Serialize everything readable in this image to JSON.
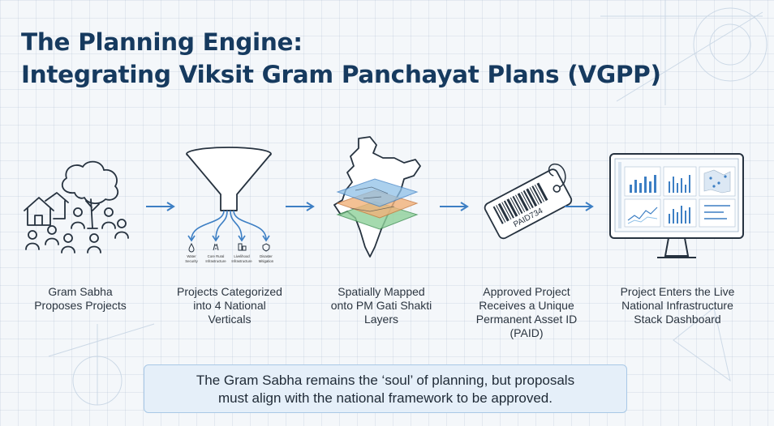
{
  "title": {
    "line1": "The Planning Engine:",
    "line2": "Integrating Viksit Gram Panchayat Plans (VGPP)"
  },
  "steps": [
    {
      "lines": [
        "Gram Sabha",
        "Proposes Projects"
      ]
    },
    {
      "lines": [
        "Projects Categorized",
        "into 4 National",
        "Verticals"
      ]
    },
    {
      "lines": [
        "Spatially Mapped",
        "onto PM Gati Shakti",
        "Layers"
      ]
    },
    {
      "lines": [
        "Approved Project",
        "Receives a Unique",
        "Permanent Asset ID",
        "(PAID)"
      ]
    },
    {
      "lines": [
        "Project Enters the Live",
        "National Infrastructure",
        "Stack Dashboard"
      ]
    }
  ],
  "verticals": [
    {
      "line1": "Water",
      "line2": "Security",
      "icon": "water-drop-icon"
    },
    {
      "line1": "Core Rural",
      "line2": "Infrastructure",
      "icon": "road-icon"
    },
    {
      "line1": "Livelihood",
      "line2": "Infrastructure",
      "icon": "building-icon"
    },
    {
      "line1": "Disaster",
      "line2": "Mitigation",
      "icon": "shield-icon"
    }
  ],
  "tag_text": "PAID734",
  "note": {
    "line1": "The Gram Sabha remains the ‘soul’ of planning, but proposals",
    "line2": "must align with the national framework to be approved."
  },
  "colors": {
    "title": "#163a5f",
    "arrow": "#3d7fc4",
    "note_bg": "#e5eff9",
    "note_border": "#a8c8e6",
    "layer_blue": "#8fc1e8",
    "layer_orange": "#f2b27a",
    "layer_green": "#8fd19a"
  }
}
